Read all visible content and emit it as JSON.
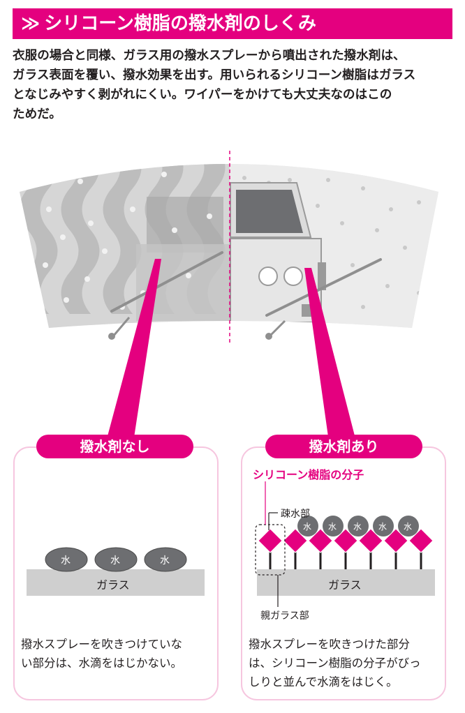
{
  "header": {
    "mark": "≫",
    "title": "シリコーン樹脂の撥水剤のしくみ"
  },
  "intro": {
    "line1": "衣服の場合と同様、ガラス用の撥水スプレーから噴出された撥水剤は、",
    "line2": "ガラス表面を覆い、撥水効果を出す。用いられるシリコーン樹脂はガラス",
    "line3": "となじみやすく剥がれにくい。ワイパーをかけても大丈夫なのはこの",
    "line4": "ためだ。"
  },
  "panels": {
    "left": {
      "title": "撥水剤なし",
      "drop_label": "水",
      "glass_label": "ガラス",
      "caption_line1": "撥水スプレーを吹きつけていな",
      "caption_line2": "い部分は、水滴をはじかない。"
    },
    "right": {
      "title": "撥水剤あり",
      "molecule_label": "シリコーン樹脂の分子",
      "hydrophobic_label": "疎水部",
      "hydrophilic_label": "親ガラス部",
      "drop_label": "水",
      "glass_label": "ガラス",
      "caption_line1": "撥水スプレーを吹きつけた部分",
      "caption_line2": "は、シリコーン樹脂の分子がびっ",
      "caption_line3": "しりと並んで水滴をはじく。"
    }
  },
  "colors": {
    "accent": "#e4007f",
    "panel_border": "#f6c6df",
    "glass": "#cfcfcf",
    "drop": "#6d6e71"
  }
}
